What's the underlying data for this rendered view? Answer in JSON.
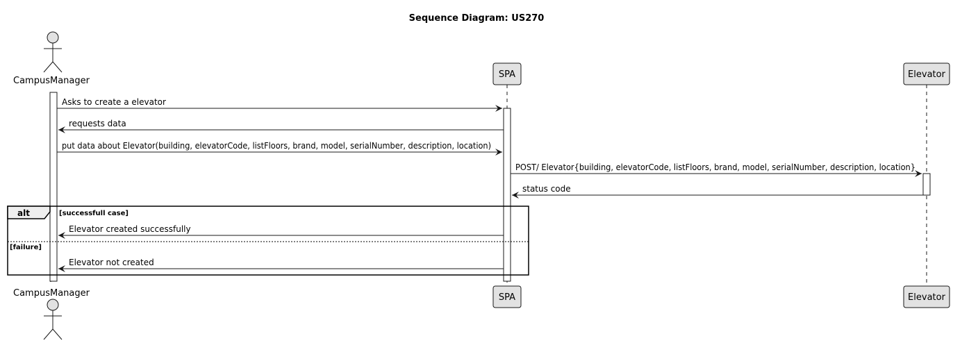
{
  "diagram": {
    "title": "Sequence Diagram: US270",
    "participants": [
      {
        "id": "campus",
        "label": "CampusManager",
        "kind": "actor"
      },
      {
        "id": "spa",
        "label": "SPA",
        "kind": "participant"
      },
      {
        "id": "elevator",
        "label": "Elevator",
        "kind": "participant"
      }
    ],
    "messages": [
      {
        "from": "campus",
        "to": "spa",
        "label": "Asks to create a elevator"
      },
      {
        "from": "spa",
        "to": "campus",
        "label": "requests data"
      },
      {
        "from": "campus",
        "to": "spa",
        "label": "put data about Elevator(building, elevatorCode, listFloors, brand, model, serialNumber, description, location)"
      },
      {
        "from": "spa",
        "to": "elevator",
        "label": "POST/ Elevator{building, elevatorCode, listFloors, brand, model, serialNumber, description, location}"
      },
      {
        "from": "elevator",
        "to": "spa",
        "label": "status code"
      },
      {
        "from": "spa",
        "to": "campus",
        "label": "Elevator created successfully"
      },
      {
        "from": "spa",
        "to": "campus",
        "label": "Elevator not created"
      }
    ],
    "alt_frame": {
      "keyword": "alt",
      "guards": [
        "[successfull case]",
        "[failure]"
      ]
    }
  }
}
